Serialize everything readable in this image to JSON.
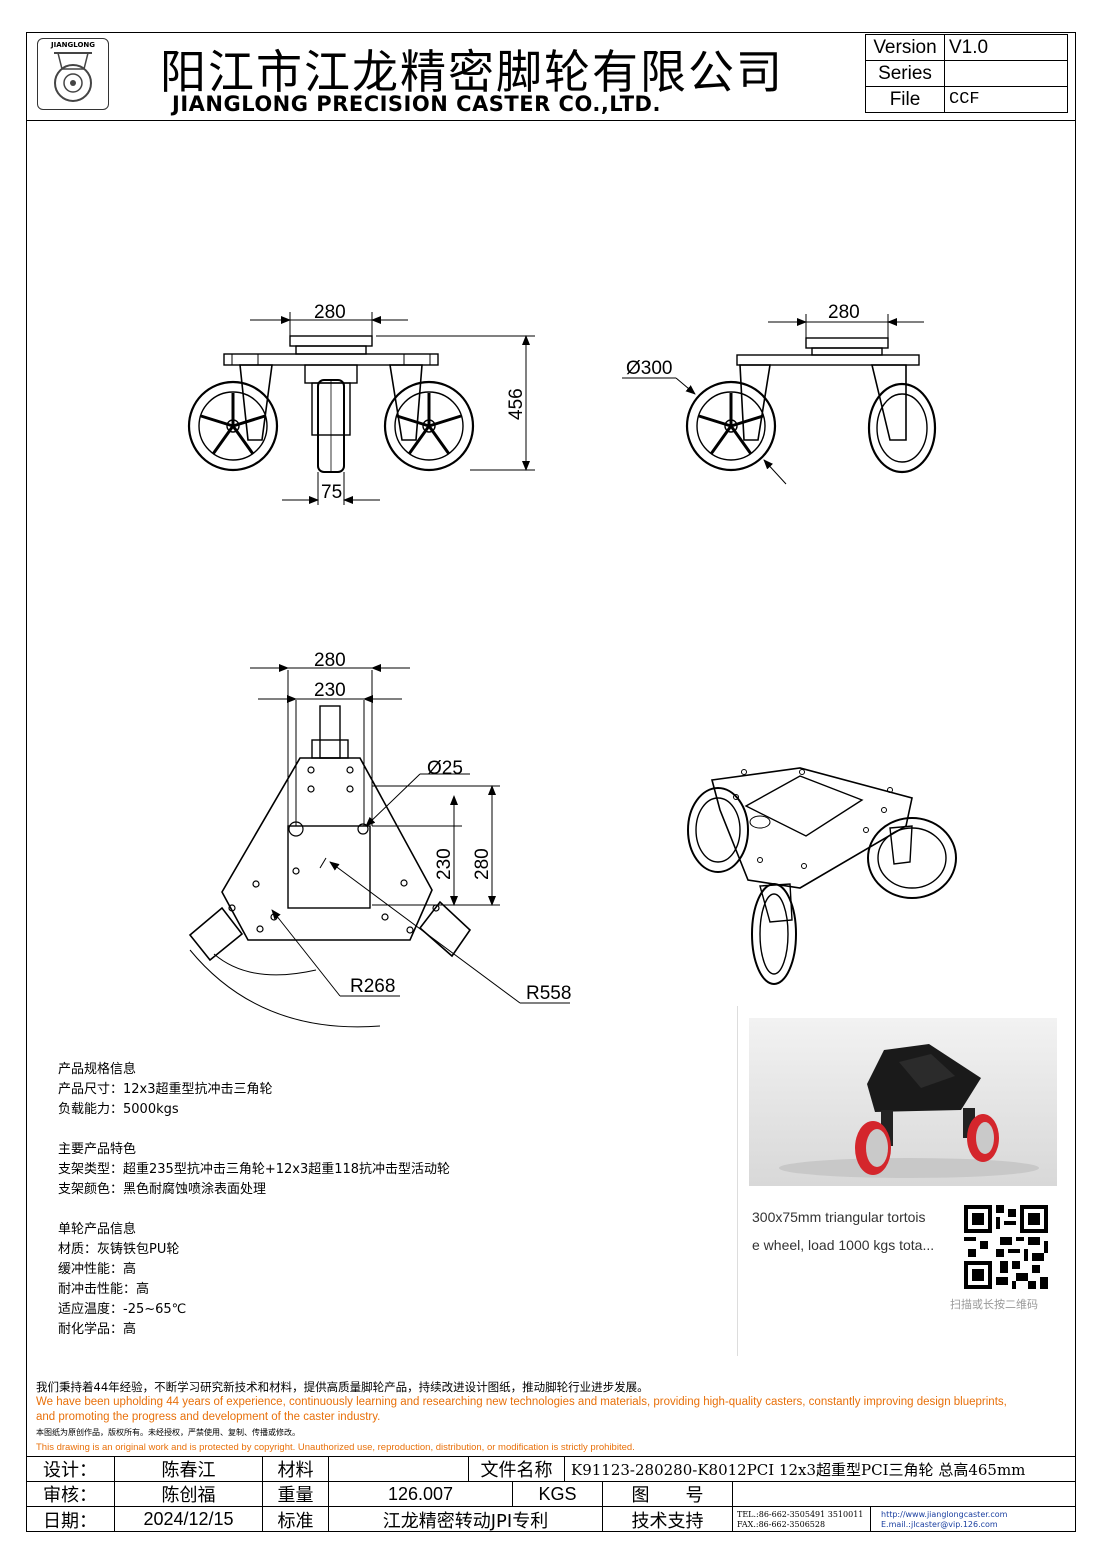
{
  "header": {
    "logo_text": "JIANGLONG",
    "cn_title": "阳江市江龙精密脚轮有限公司",
    "en_title": "JIANGLONG PRECISION CASTER CO.,LTD.",
    "version_label": "Version",
    "version_value": "V1.0",
    "series_label": "Series",
    "series_value": "",
    "file_label": "File",
    "file_value": "CCF"
  },
  "dims": {
    "front_top": "280",
    "front_height": "456",
    "front_wheel_width": "75",
    "side_top": "280",
    "side_diameter": "Ø300",
    "plan_outer": "280",
    "plan_inner": "230",
    "hole_diameter": "Ø25",
    "plan_v_inner": "230",
    "plan_v_outer": "280",
    "radius_small": "R268",
    "radius_large": "R558"
  },
  "specs": {
    "s1_title": "产品规格信息",
    "s1_l1": "产品尺寸：12x3超重型抗冲击三角轮",
    "s1_l2": "负载能力：5000kgs",
    "s2_title": "主要产品特色",
    "s2_l1": "支架类型：超重235型抗冲击三角轮+12x3超重118抗冲击型活动轮",
    "s2_l2": "支架颜色：黑色耐腐蚀喷涂表面处理",
    "s3_title": "单轮产品信息",
    "s3_l1": "材质：灰铸铁包PU轮",
    "s3_l2": "缓冲性能：高",
    "s3_l3": "耐冲击性能：高",
    "s3_l4": "适应温度：-25~65℃",
    "s3_l5": "耐化学品：高"
  },
  "product": {
    "caption_l1": "300x75mm triangular tortois",
    "caption_l2": "e wheel, load 1000 kgs tota...",
    "qr_caption": "扫描或长按二维码"
  },
  "notes": {
    "cn": "我们秉持着44年经验，不断学习研究新技术和材料，提供高质量脚轮产品，持续改进设计图纸，推动脚轮行业进步发展。",
    "en_l1": "We have been upholding 44 years of experience, continuously learning and researching new technologies and materials, providing high-quality casters, constantly improving design blueprints,",
    "en_l2": "and promoting the progress and development of the caster industry.",
    "cn_copyright": "本图纸为原创作品，版权所有。未经授权，严禁使用、复制、传播或修改。",
    "en_copyright": "This drawing is an original work and is protected by copyright. Unauthorized use, reproduction, distribution, or modification is strictly prohibited."
  },
  "titleblock": {
    "design_label": "设计：",
    "design_value": "陈春江",
    "material_label": "材料",
    "material_value": "",
    "filename_label": "文件名称",
    "filename_value": "K91123-280280-K8012PCI 12x3超重型PCI三角轮 总高465mm",
    "review_label": "审核：",
    "review_value": "陈创福",
    "weight_label": "重量",
    "weight_value": "126.007",
    "weight_unit": "KGS",
    "drawing_no_label": "图　　号",
    "drawing_no_value": "",
    "date_label": "日期：",
    "date_value": "2024/12/15",
    "standard_label": "标准",
    "standard_value": "江龙精密转动JPI专利",
    "support_label": "技术支持",
    "tel": "TEL.:86-662-3505491 3510011",
    "fax": "FAX.:86-662-3506528",
    "web": "http://www.jianglongcaster.com",
    "email": "E.mail.:jlcaster@vip.126.com"
  }
}
